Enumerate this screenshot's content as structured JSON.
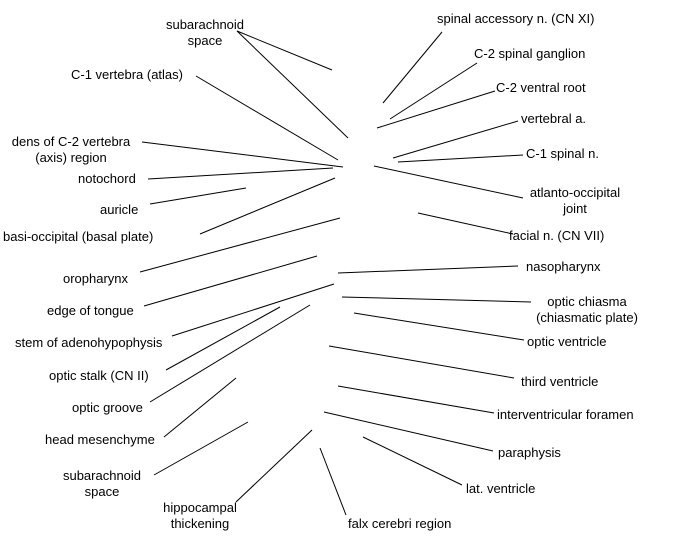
{
  "labels": {
    "subarachnoid_space_top": [
      "subarachnoid",
      "space"
    ],
    "c1_vertebra": "C-1 vertebra (atlas)",
    "dens": [
      "dens of C-2 vertebra",
      "(axis) region"
    ],
    "notochord": "notochord",
    "auricle": "auricle",
    "basi_occipital": "basi-occipital (basal plate)",
    "oropharynx": "oropharynx",
    "edge_of_tongue": "edge of tongue",
    "stem_adenohypophysis": "stem of adenohypophysis",
    "optic_stalk": "optic stalk (CN II)",
    "optic_groove": "optic groove",
    "head_mesenchyme": "head mesenchyme",
    "subarachnoid_space_bottom": [
      "subarachnoid",
      "space"
    ],
    "hippocampal_thickening": [
      "hippocampal",
      "thickening"
    ],
    "falx_cerebri": "falx cerebri region",
    "spinal_accessory": "spinal accessory n. (CN XI)",
    "c2_spinal_ganglion": "C-2 spinal ganglion",
    "c2_ventral_root": "C-2 ventral root",
    "vertebral_a": "vertebral a.",
    "c1_spinal_n": "C-1 spinal n.",
    "atlanto_occipital": [
      "atlanto-occipital",
      "joint"
    ],
    "facial_n": "facial n. (CN VII)",
    "nasopharynx": "nasopharynx",
    "optic_chiasma": [
      "optic chiasma",
      "(chiasmatic plate)"
    ],
    "optic_ventricle": "optic ventricle",
    "third_ventricle": "third ventricle",
    "interventricular_foramen": "interventricular foramen",
    "paraphysis": "paraphysis",
    "lat_ventricle": "lat. ventricle"
  }
}
